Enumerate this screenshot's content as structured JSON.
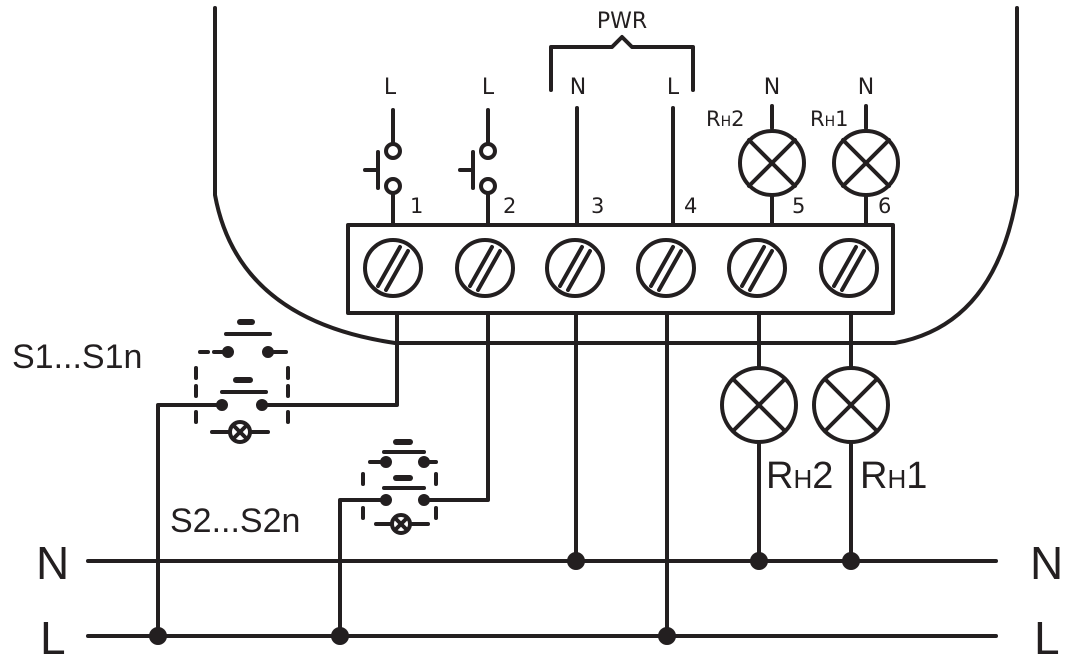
{
  "pwr_label": "PWR",
  "terminals": [
    {
      "number": "1",
      "supply": "L"
    },
    {
      "number": "2",
      "supply": "L"
    },
    {
      "number": "3",
      "supply": "N"
    },
    {
      "number": "4",
      "supply": "L"
    },
    {
      "number": "5",
      "supply": "N",
      "load": "RH2"
    },
    {
      "number": "6",
      "supply": "N",
      "load": "RH1"
    }
  ],
  "internal_loads": [
    {
      "main": "R",
      "sub": "H",
      "num": "2"
    },
    {
      "main": "R",
      "sub": "H",
      "num": "1"
    }
  ],
  "external_loads": [
    {
      "main": "R",
      "sub": "H",
      "num": "2"
    },
    {
      "main": "R",
      "sub": "H",
      "num": "1"
    }
  ],
  "switch_groups": [
    {
      "label": "S1...S1n"
    },
    {
      "label": "S2...S2n"
    }
  ],
  "bus": {
    "neutral": "N",
    "line": "L"
  },
  "colors": {
    "ink": "#231f20",
    "background": "#ffffff"
  }
}
